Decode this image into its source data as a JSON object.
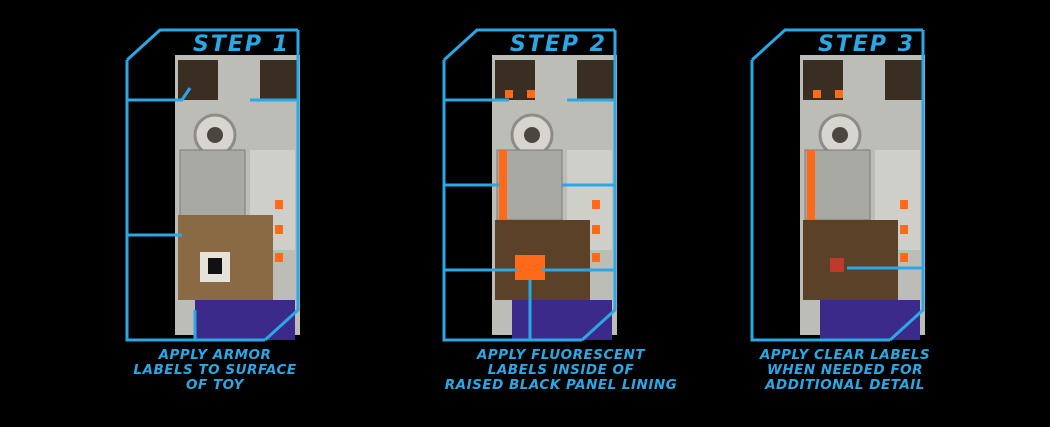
{
  "colors": {
    "accent_blue": "#2aa8e6",
    "fluorescent_orange": "#ff6a1a",
    "armor_tan": "#8a6a45",
    "plastic_grey": "#bdbdb8",
    "purple": "#3b2a8a"
  },
  "steps": [
    {
      "title": "STEP 1",
      "caption": [
        "APPLY ARMOR",
        "LABELS TO SURFACE",
        "OF TOY"
      ]
    },
    {
      "title": "STEP 2",
      "caption": [
        "APPLY FLUORESCENT",
        "LABELS INSIDE OF",
        "RAISED BLACK PANEL LINING"
      ]
    },
    {
      "title": "STEP 3",
      "caption": [
        "APPLY CLEAR LABELS",
        "WHEN NEEDED FOR",
        "ADDITIONAL DETAIL"
      ]
    }
  ]
}
